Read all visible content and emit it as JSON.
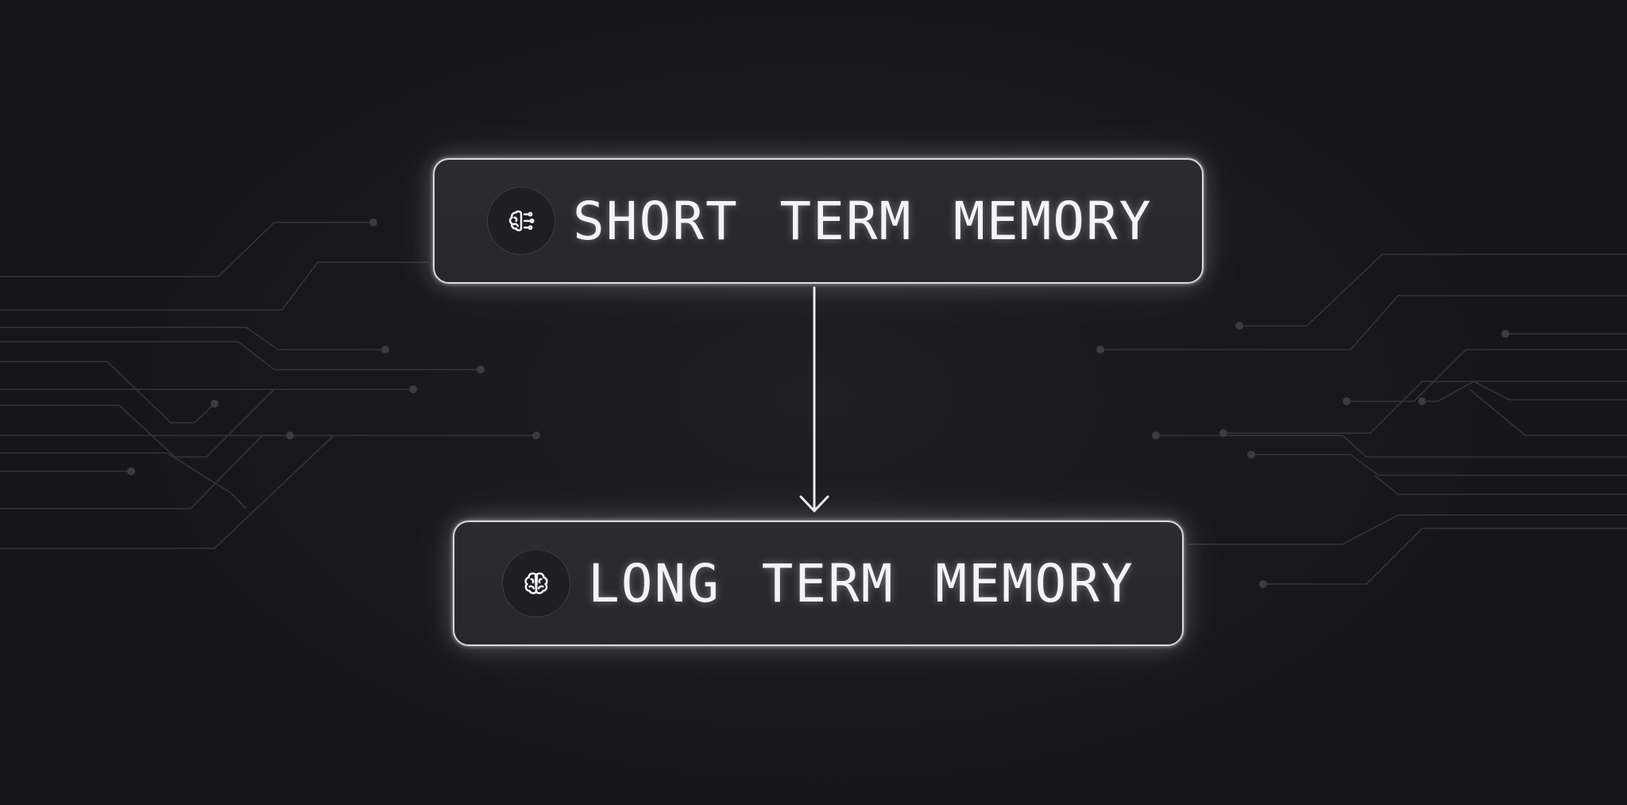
{
  "nodes": {
    "short_term": {
      "label": "SHORT TERM MEMORY",
      "icon": "brain-icon"
    },
    "long_term": {
      "label": "LONG TERM MEMORY",
      "icon": "brain-icon"
    }
  },
  "edges": [
    {
      "from": "short_term",
      "to": "long_term",
      "style": "arrow"
    }
  ],
  "colors": {
    "background": "#17171b",
    "node_fill": "#2a2a2f",
    "node_border": "#d9d9de",
    "text": "#f4f4f6",
    "circuit_lines": "#34343b"
  }
}
